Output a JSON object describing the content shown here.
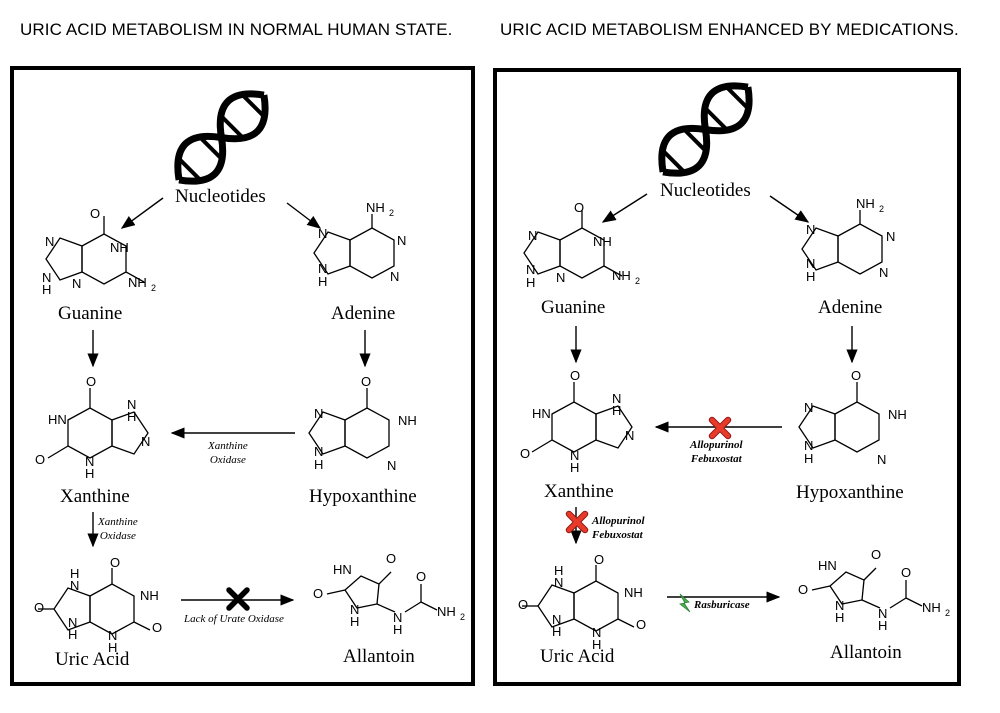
{
  "left": {
    "title": "URIC ACID METABOLISM IN NORMAL HUMAN STATE.",
    "nucleotides": "Nucleotides",
    "guanine": "Guanine",
    "adenine": "Adenine",
    "xanthine": "Xanthine",
    "hypoxanthine": "Hypoxanthine",
    "uric_acid": "Uric Acid",
    "allantoin": "Allantoin",
    "enzyme_hx": "Xanthine\nOxidase",
    "enzyme_xu": "Xanthine\nOxidase",
    "enzyme_ua": "Lack of Urate Oxidase"
  },
  "right": {
    "title": "URIC ACID METABOLISM ENHANCED BY MEDICATIONS.",
    "nucleotides": "Nucleotides",
    "guanine": "Guanine",
    "adenine": "Adenine",
    "xanthine": "Xanthine",
    "hypoxanthine": "Hypoxanthine",
    "uric_acid": "Uric Acid",
    "allantoin": "Allantoin",
    "drug_hx": "Allopurinol\nFebuxostat",
    "drug_xu": "Allopurinol\nFebuxostat",
    "drug_ua": "Rasburicase"
  },
  "colors": {
    "block_left": "#000000",
    "block_right": "#e8392b",
    "bolt": "#4caf50"
  },
  "icons": [
    "dna-helix-icon",
    "block-x-icon",
    "lightning-icon"
  ]
}
